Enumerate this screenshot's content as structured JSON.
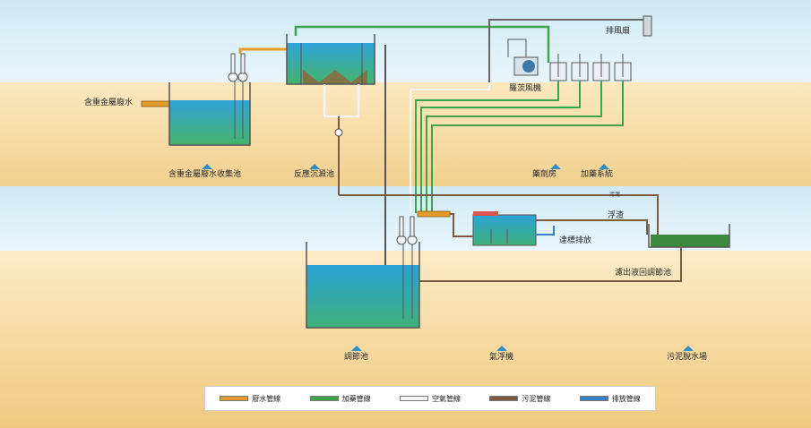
{
  "labels": {
    "raw_water": "含重金屬廢水",
    "collection_tank": "含重金屬廢水收集池",
    "reaction_tank": "反應沉澱池",
    "dosing_room": "藥劑房",
    "dosing_system": "加藥系統",
    "metering_fan": "羅茨風機",
    "exhaust": "排風扇",
    "regulating_tank": "調節池",
    "flotation": "氣浮機",
    "sludge_yard": "污泥脫水場",
    "float_scum": "浮渣",
    "standard_discharge": "達標排放",
    "filtrate_return": "濾出液回調節池",
    "sludge_small": "污泥"
  },
  "legend": [
    {
      "label": "廢水管線",
      "color": "#e59a2c"
    },
    {
      "label": "加藥管線",
      "color": "#3fa34a"
    },
    {
      "label": "空氣管線",
      "color": "#f4f4f4"
    },
    {
      "label": "污泥管線",
      "color": "#7b5a44"
    },
    {
      "label": "排放管線",
      "color": "#3a7fc1"
    }
  ]
}
